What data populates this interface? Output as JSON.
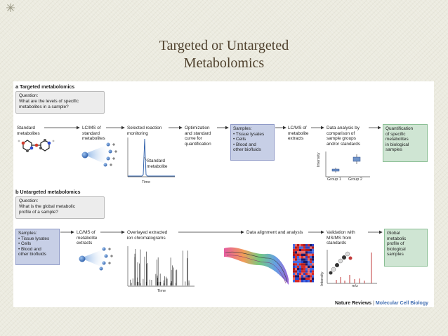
{
  "slide": {
    "title_line1": "Targeted or Untargeted",
    "title_line2": "Metabolomics",
    "corner_icon": "decorative-asterisk-icon",
    "colors": {
      "title": "#50422e",
      "background": "#ecebe0",
      "sample_box": "#c7cfe6",
      "result_box": "#cfe5d3"
    }
  },
  "panel_a": {
    "letter": "a",
    "heading": "Targeted metabolomics",
    "question": [
      "Question:",
      "What are the levels of specific",
      "metabolites in a sample?"
    ],
    "steps": {
      "standard": [
        "Standard",
        "metabolites"
      ],
      "lcms": [
        "LC/MS of",
        "standard",
        "metabolites"
      ],
      "srm": [
        "Selected reaction",
        "monitoring"
      ],
      "optimization": [
        "Optimization",
        "and standard",
        "curve for",
        "quantification"
      ],
      "samples": [
        "Samples:",
        "• Tissue lysates",
        "• Cells",
        "• Blood and",
        "   other biofluids"
      ],
      "lcms_extract": [
        "LC/MS of",
        "metabolite",
        "extracts"
      ],
      "analysis": [
        "Data analysis by",
        "comparison of",
        "sample groups",
        "and/or standards"
      ],
      "quant": [
        "Quantification",
        "of specific",
        "metabolites",
        "in biological",
        "samples"
      ]
    },
    "srm_chart": {
      "peak_label": [
        "Standard",
        "metabolite"
      ],
      "xlabel": "Time"
    },
    "boxplot": {
      "ylabel": "Intensity",
      "groups": [
        "Group 1",
        "Group 2"
      ]
    }
  },
  "panel_b": {
    "letter": "b",
    "heading": "Untargeted metabolomics",
    "question": [
      "Question:",
      "What is the global metabolic",
      "profile of a sample?"
    ],
    "steps": {
      "samples": [
        "Samples:",
        "• Tissue lysates",
        "• Cells",
        "• Blood and",
        "   other biofluids"
      ],
      "lcms": [
        "LC/MS of",
        "metabolite",
        "extracts"
      ],
      "overlay": [
        "Overlayed extracted",
        "ion chromatograms"
      ],
      "alignment": [
        "Data alignment and analysis"
      ],
      "validation": [
        "Validation with",
        "MS/MS from",
        "standards"
      ],
      "profile": [
        "Global",
        "metabolic",
        "profile of",
        "biological",
        "samples"
      ]
    },
    "chromatogram": {
      "xlabel": "Time"
    },
    "msms": {
      "ylabel": "Intensity",
      "xlabel": "m/z"
    }
  },
  "credit": {
    "brand": "Nature Reviews",
    "separator": "|",
    "journal": "Molecular Cell Biology"
  }
}
